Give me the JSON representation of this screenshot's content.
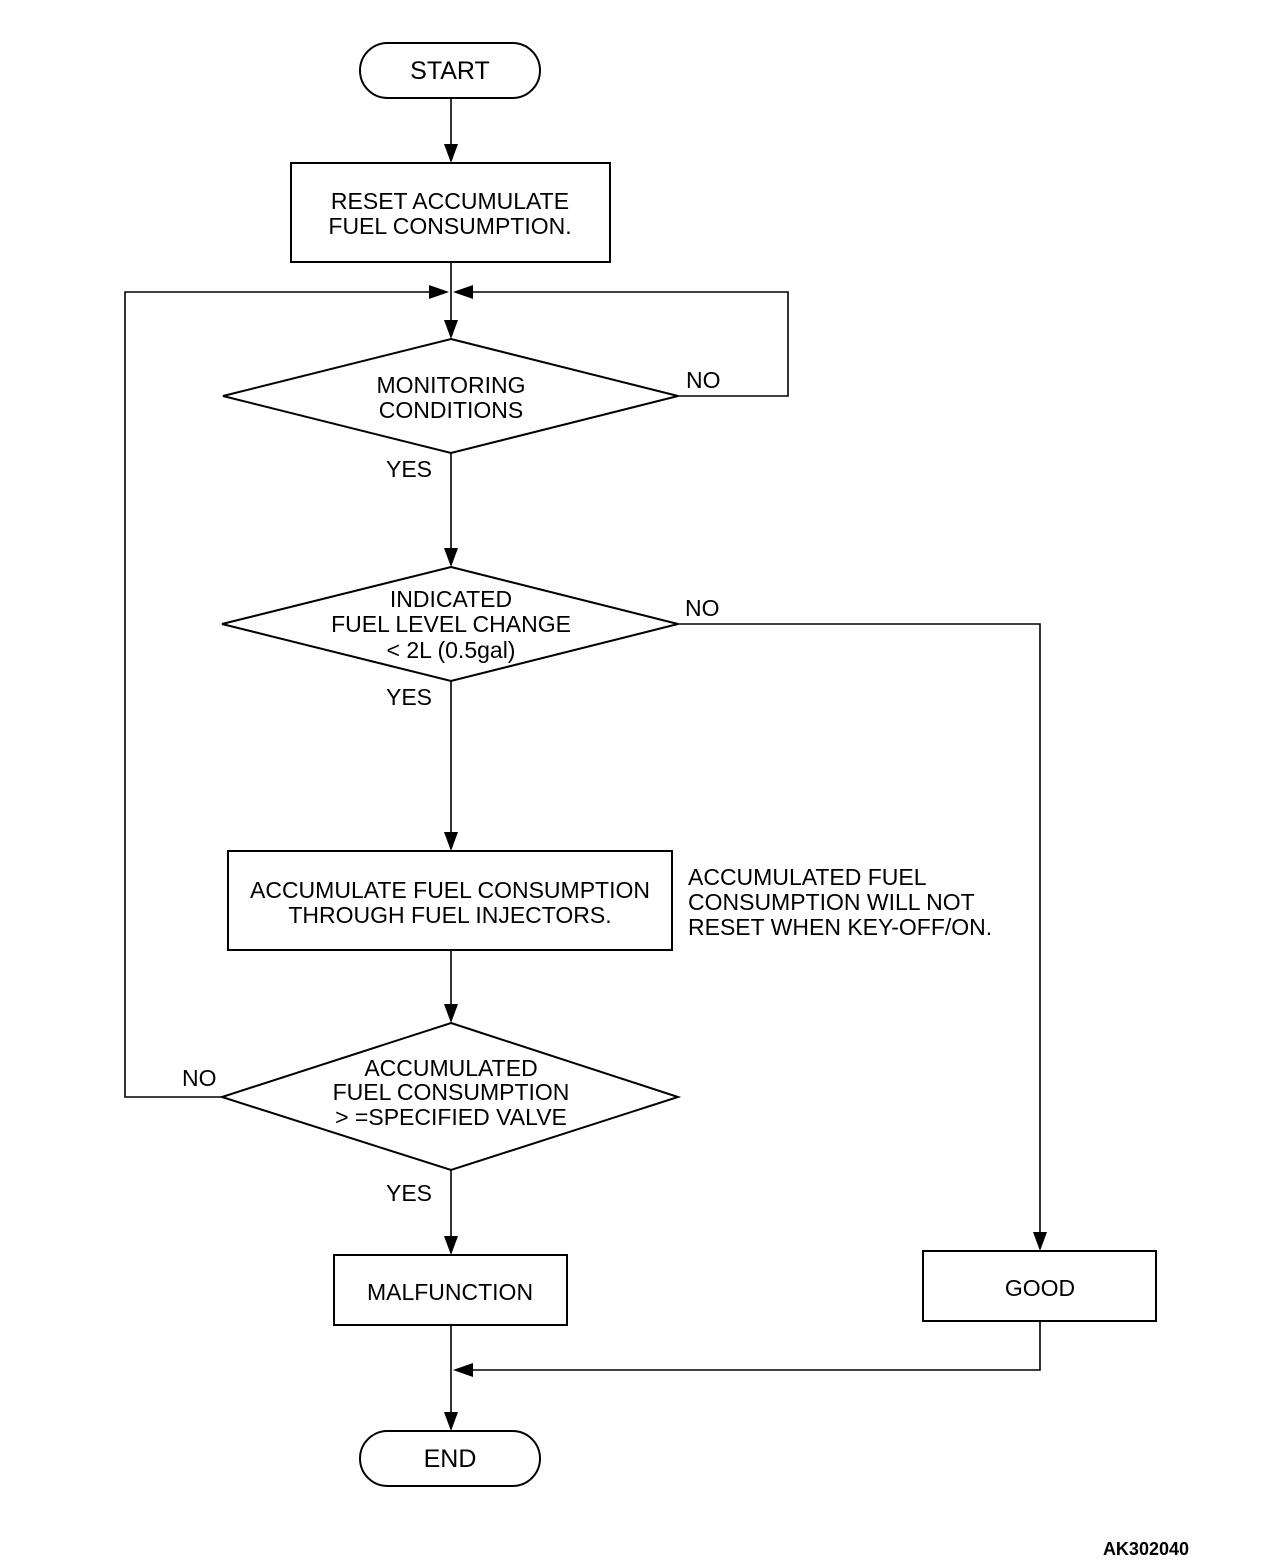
{
  "start": {
    "label": "START"
  },
  "reset": {
    "lines": [
      "RESET ACCUMULATE",
      "FUEL CONSUMPTION."
    ]
  },
  "monitoring": {
    "lines": [
      "MONITORING",
      "CONDITIONS"
    ],
    "yes": "YES",
    "no": "NO"
  },
  "fuel_level": {
    "lines": [
      "INDICATED",
      "FUEL LEVEL CHANGE",
      "< 2L (0.5gal)"
    ],
    "yes": "YES",
    "no": "NO"
  },
  "accumulate": {
    "lines": [
      "ACCUMULATE FUEL CONSUMPTION",
      "THROUGH FUEL INJECTORS."
    ]
  },
  "note": {
    "lines": [
      "ACCUMULATED FUEL",
      "CONSUMPTION WILL NOT",
      "RESET WHEN KEY-OFF/ON."
    ]
  },
  "specified": {
    "lines": [
      "ACCUMULATED",
      "FUEL  CONSUMPTION",
      "> =SPECIFIED VALVE"
    ],
    "yes": "YES",
    "no": "NO"
  },
  "malfunction": {
    "label": "MALFUNCTION"
  },
  "good": {
    "label": "GOOD"
  },
  "end": {
    "label": "END"
  },
  "figure_code": "AK302040"
}
